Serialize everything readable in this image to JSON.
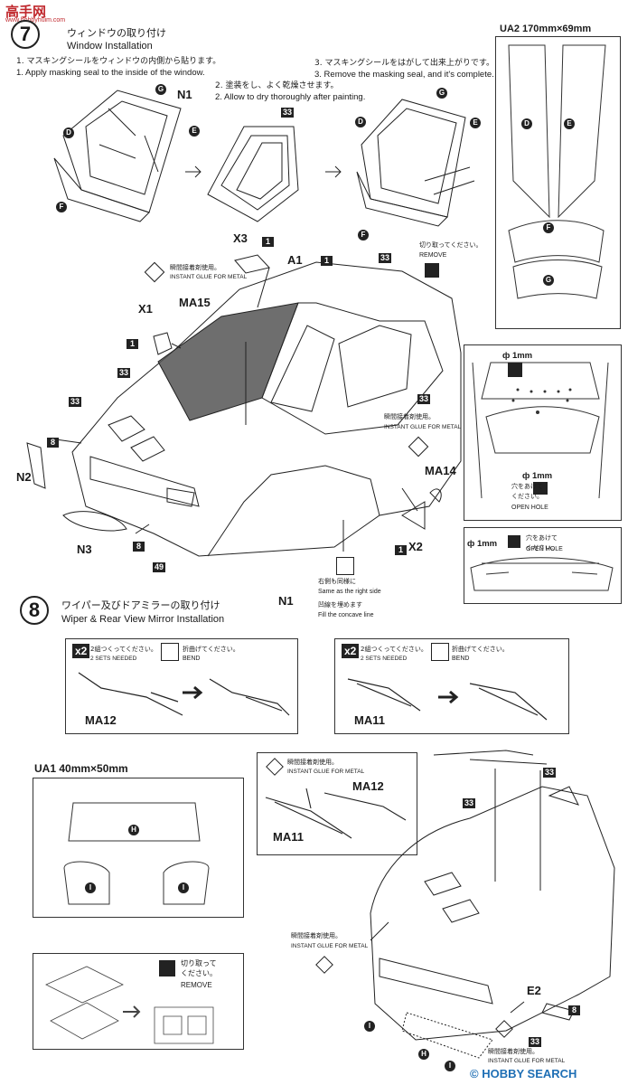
{
  "watermark_top": {
    "logo": "高手网",
    "url": "www.hobbyhuim.com"
  },
  "watermark_bottom": {
    "text": "HOBBY SEARCH",
    "copyright": "©"
  },
  "step7": {
    "number": "7",
    "title_jp": "ウィンドウの取り付け",
    "title_en": "Window Installation",
    "sub1_jp": "1. マスキングシールをウィンドウの内側から貼ります。",
    "sub1_en": "1. Apply masking seal to the inside of the window.",
    "sub2_jp": "2. 塗装をし、よく乾燥させます。",
    "sub2_en": "2. Allow to dry thoroughly after painting.",
    "sub3_jp": "3. マスキングシールをはがして出来上がりです。",
    "sub3_en": "3. Remove the masking seal, and it's complete."
  },
  "ua2": {
    "title": "UA2  170mm×69mm",
    "parts": [
      "D",
      "E",
      "F",
      "G"
    ]
  },
  "ua1": {
    "title": "UA1  40mm×50mm",
    "parts": [
      "H",
      "I",
      "I"
    ]
  },
  "step8": {
    "number": "8",
    "title_jp": "ワイパー及びドアミラーの取り付け",
    "title_en": "Wiper & Rear View Mirror Installation"
  },
  "labels": {
    "G": "G",
    "D": "D",
    "E": "E",
    "F": "F",
    "H": "H",
    "I": "I",
    "N1": "N1",
    "N2": "N2",
    "N3": "N3",
    "X1": "X1",
    "X2": "X2",
    "X3": "X3",
    "A1": "A1",
    "E2": "E2",
    "MA15": "MA15",
    "MA14": "MA14",
    "MA12": "MA12",
    "MA11": "MA11",
    "p1": "1",
    "p8": "8",
    "p33": "33",
    "p49": "49"
  },
  "notes": {
    "glue_jp": "瞬間接着剤使用。",
    "glue_en": "INSTANT GLUE FOR METAL",
    "remove_jp": "切り取ってください。",
    "remove_en": "REMOVE",
    "remove2_jp": "切り取って\nください。",
    "same_jp": "右側も同様に",
    "same_en": "Same as the right side",
    "fill_jp": "凹線を埋めます",
    "fill_en": "Fill the concave line",
    "hole_jp": "穴をあけて\nください。",
    "hole_en": "OPEN HOLE",
    "phi": "ф 1mm",
    "x2": "x2",
    "sets_jp": "2組つくってください。",
    "sets_en": "2 SETS NEEDED",
    "bend_jp": "折曲げてください。",
    "bend_en": "BEND"
  },
  "colors": {
    "ink": "#1a1a1a",
    "box_border": "#333333",
    "watermark_red": "#c0282d",
    "watermark_blue": "#1f6fb5"
  }
}
